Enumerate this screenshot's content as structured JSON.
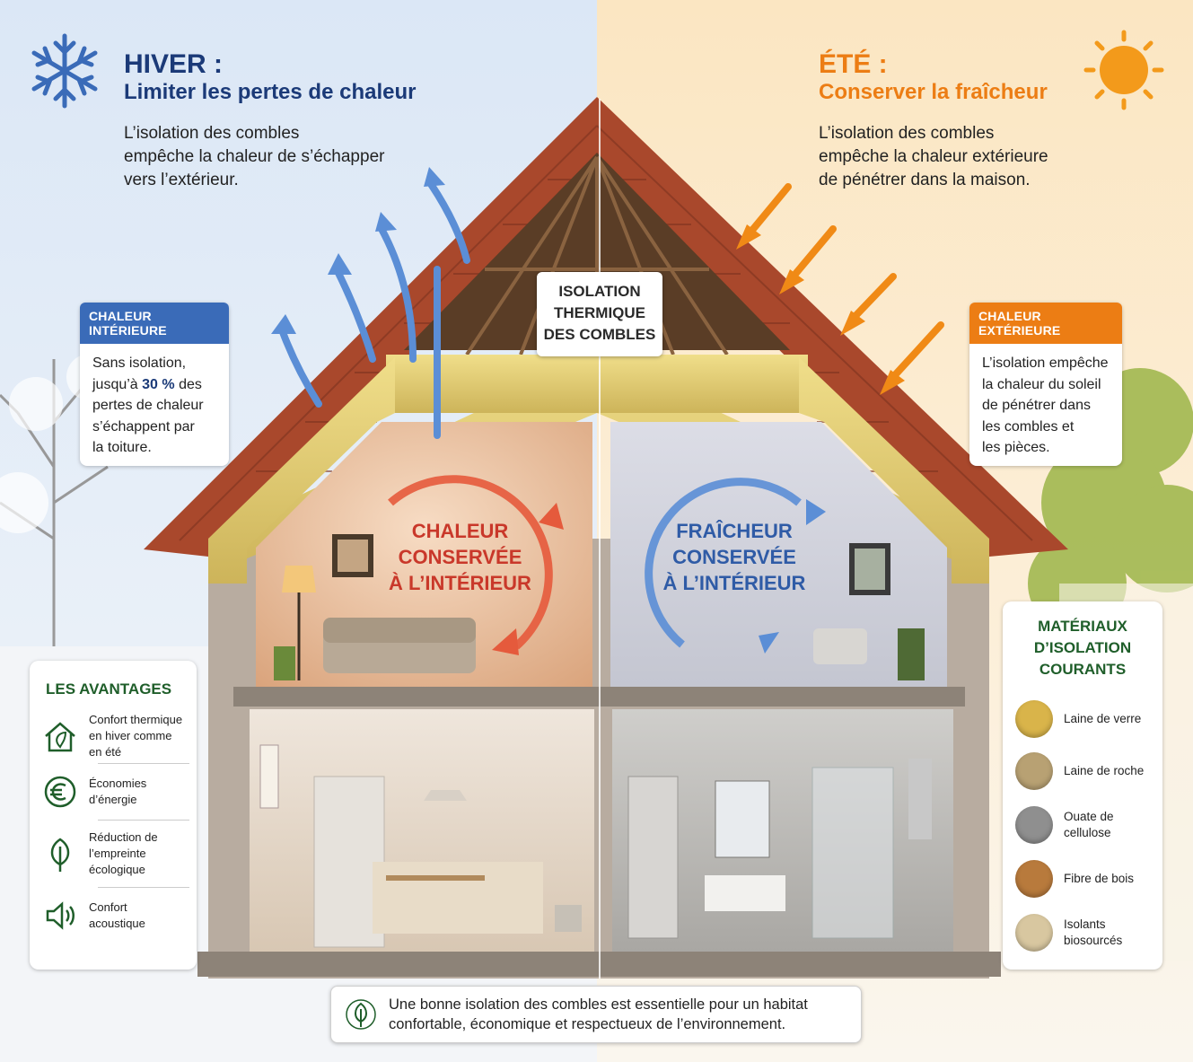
{
  "winter": {
    "title": "HIVER :",
    "subtitle": "Limiter les pertes de chaleur",
    "description": "L’isolation des combles\nempêche la chaleur de s’échapper\nvers l’extérieur.",
    "card_heading": "CHALEUR INTÉRIEURE",
    "card_text_before": "Sans isolation,\njusqu’à ",
    "card_text_bold": "30 %",
    "card_text_after": " des\npertes de chaleur\ns’échappent par\nla toiture.",
    "room_label_line1": "CHALEUR",
    "room_label_line2": "CONSERVÉE",
    "room_label_line3": "À L’INTÉRIEUR",
    "accent": "#1b3a78"
  },
  "summer": {
    "title": "ÉTÉ :",
    "subtitle": "Conserver la fraîcheur",
    "description": "L’isolation des combles\nempêche la chaleur extérieure\nde pénétrer dans la maison.",
    "card_heading": "CHALEUR EXTÉRIEURE",
    "card_text": "L’isolation empêche\nla chaleur du soleil\nde pénétrer dans\nles combles et\nles pièces.",
    "room_label_line1": "FRAÎCHEUR",
    "room_label_line2": "CONSERVÉE",
    "room_label_line3": "À L’INTÉRIEUR",
    "accent": "#ec7d14"
  },
  "center_label": {
    "line1": "ISOLATION",
    "line2": "THERMIQUE",
    "line3": "DES COMBLES"
  },
  "advantages": {
    "heading": "LES AVANTAGES",
    "items": [
      {
        "icon": "house-leaf-icon",
        "label": "Confort thermique\nen hiver comme\nen été"
      },
      {
        "icon": "euro-icon",
        "label": "Économies\nd’énergie"
      },
      {
        "icon": "leaf-icon",
        "label": "Réduction de\nl’empreinte\nécologique"
      },
      {
        "icon": "speaker-icon",
        "label": "Confort\nacoustique"
      }
    ],
    "accent": "#1f5e2a"
  },
  "materials": {
    "heading_line1": "MATÉRIAUX",
    "heading_line2": "D’ISOLATION",
    "heading_line3": "COURANTS",
    "items": [
      {
        "label": "Laine de verre",
        "color": "#d9b44a"
      },
      {
        "label": "Laine de roche",
        "color": "#b8a173"
      },
      {
        "label": "Ouate de\ncellulose",
        "color": "#8f8f8f"
      },
      {
        "label": "Fibre de bois",
        "color": "#b87a3c"
      },
      {
        "label": "Isolants\nbiosourcés",
        "color": "#d8c7a0"
      }
    ]
  },
  "footer": {
    "text": "Une bonne isolation des combles est essentielle pour un habitat\nconfortable, économique et respectueux de l’environnement.",
    "icon": "leaf-icon"
  }
}
